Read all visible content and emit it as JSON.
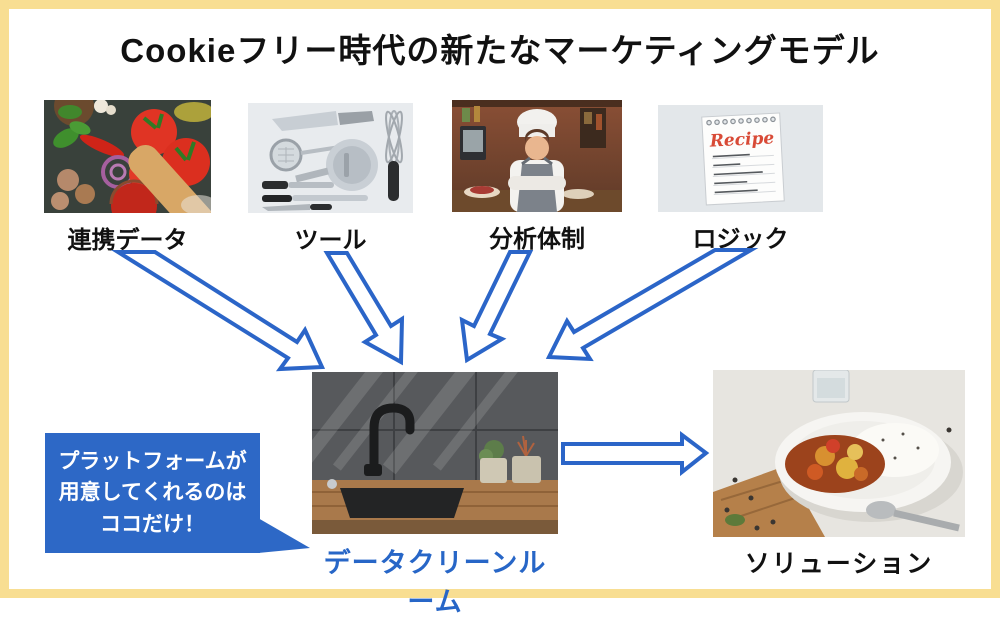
{
  "title": "Cookieフリー時代の新たなマーケティングモデル",
  "sources": [
    {
      "label": "連携データ",
      "photo": "ingredients-vegetables-photo"
    },
    {
      "label": "ツール",
      "photo": "kitchen-tools-photo"
    },
    {
      "label": "分析体制",
      "photo": "chef-analysis-team-photo"
    },
    {
      "label": "ロジック",
      "photo": "recipe-note-photo"
    }
  ],
  "hub": {
    "label": "データクリーンルーム",
    "photo": "kitchen-sink-photo"
  },
  "callout": {
    "lines": [
      "プラットフォームが",
      "用意してくれるのは",
      "ココだけ！"
    ]
  },
  "outcome": {
    "label": "ソリューション",
    "photo": "curry-plate-photo"
  },
  "connections": [
    {
      "from": "連携データ",
      "to": "データクリーンルーム"
    },
    {
      "from": "ツール",
      "to": "データクリーンルーム"
    },
    {
      "from": "分析体制",
      "to": "データクリーンルーム"
    },
    {
      "from": "ロジック",
      "to": "データクリーンルーム"
    },
    {
      "from": "データクリーンルーム",
      "to": "ソリューション"
    }
  ],
  "colors": {
    "frame": "#f8de92",
    "arrow": "#2b65c8",
    "callout-bg": "#2d68c6",
    "hub-label": "#2766c7",
    "title-text": "#111111"
  }
}
